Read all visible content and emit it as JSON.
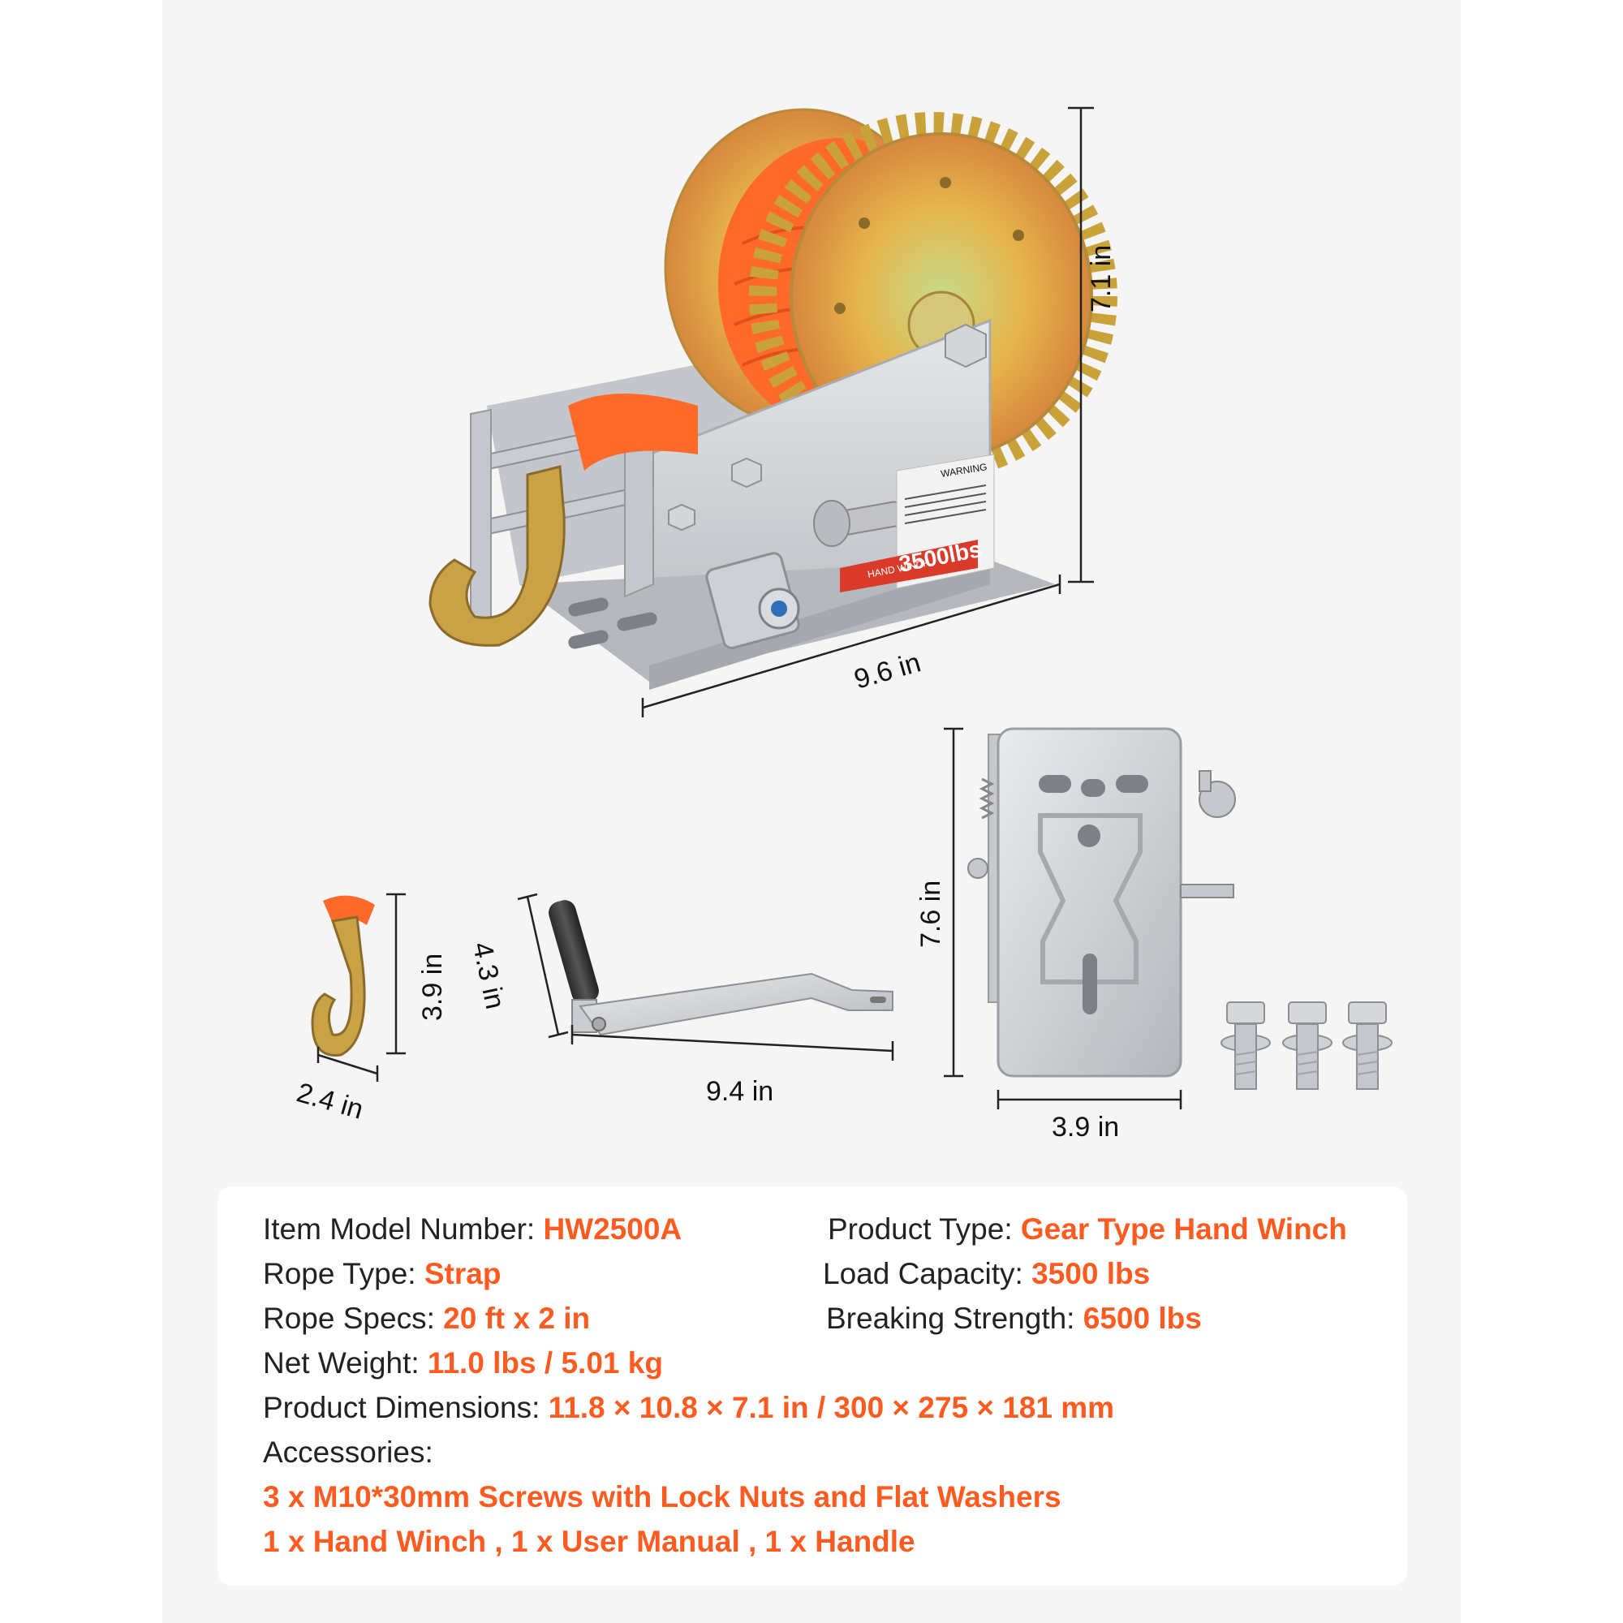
{
  "dimensions": {
    "winch_height": "7.1 in",
    "winch_width": "9.6 in",
    "hook_height": "3.9 in",
    "hook_width": "2.4 in",
    "handle_height": "4.3 in",
    "handle_length": "9.4 in",
    "plate_height": "7.6 in",
    "plate_width": "3.9 in"
  },
  "winch_label": {
    "warning": "WARNING",
    "badge_small": "HAND WINCH",
    "badge_large": "3500lbs"
  },
  "specs": {
    "model_label": "Item Model Number:",
    "model_value": "HW2500A",
    "type_label": "Product Type:",
    "type_value": "Gear Type Hand Winch",
    "rope_label": "Rope Type:",
    "rope_value": "Strap",
    "load_label": "Load Capacity:",
    "load_value": "3500 lbs",
    "specs_label": "Rope Specs:",
    "specs_value": "20 ft x 2 in",
    "break_label": "Breaking Strength:",
    "break_value": "6500 lbs",
    "weight_label": "Net Weight:",
    "weight_value": "11.0 lbs / 5.01 kg",
    "dims_label": "Product Dimensions:",
    "dims_value": "11.8 × 10.8 × 7.1 in / 300 × 275 × 181 mm",
    "acc_label": "Accessories:",
    "acc_line1": "3 x M10*30mm Screws with Lock Nuts and Flat Washers",
    "acc_line2": "1 x Hand Winch , 1 x User Manual , 1 x Handle"
  },
  "colors": {
    "accent": "#ff5a1f",
    "strap": "#ff6a2a",
    "zinc": "#d6a23a",
    "steel": "#c9ccd0"
  }
}
